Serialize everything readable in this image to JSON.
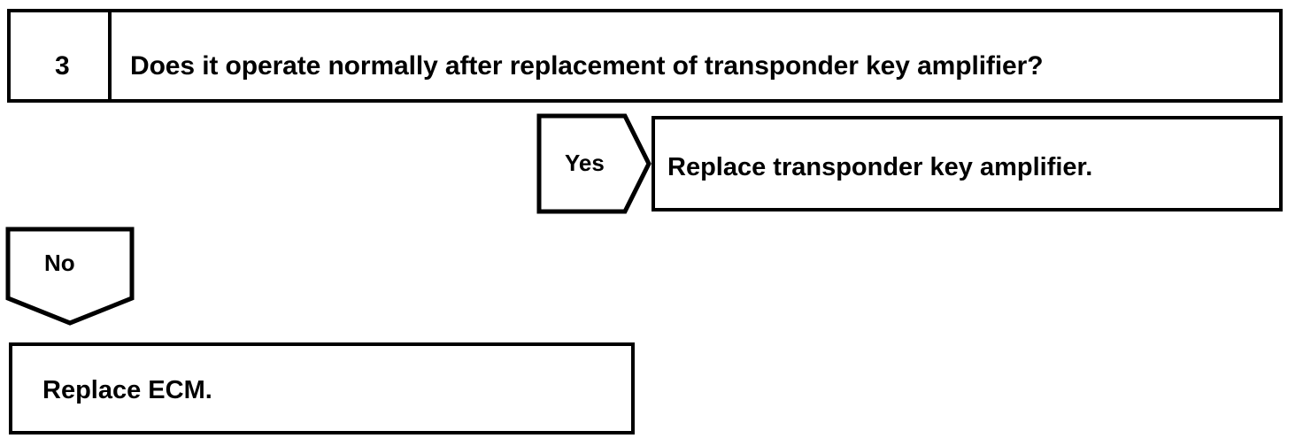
{
  "diagram": {
    "type": "troubleshooting-flow-chart",
    "step": {
      "number": "3",
      "question": "Does it operate normally after replacement of transponder key amplifier?"
    },
    "branches": [
      {
        "connector_label": "Yes",
        "connector_shape": "right-arrow-pentagon",
        "action": "Replace transponder key amplifier."
      },
      {
        "connector_label": "No",
        "connector_shape": "down-arrow-pentagon",
        "action": "Replace ECM."
      }
    ],
    "colors": {
      "stroke": "#000000",
      "fill": "#ffffff",
      "text": "#000000"
    }
  }
}
